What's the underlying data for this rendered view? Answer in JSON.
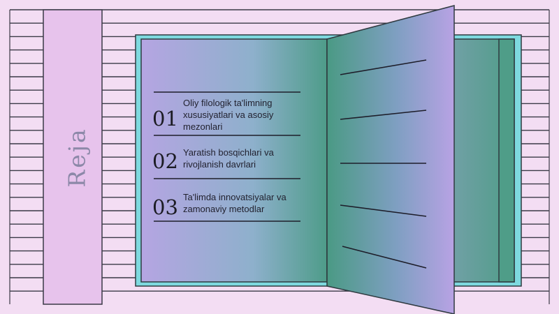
{
  "side_label": "Reja",
  "items": [
    {
      "number": "01",
      "text": "Oliy filologik ta'limning xususiyatlari va asosiy mezonlari"
    },
    {
      "number": "02",
      "text": "Yaratish bosqichlari va rivojlanish davrlari"
    },
    {
      "number": "03",
      "text": "Ta'limda innovatsiyalar va zamonaviy metodlar"
    }
  ],
  "colors": {
    "background": "#f3ddf3",
    "stripe_line": "#3a3a46",
    "side_band": "#e7c3ec",
    "book_frame": "#6fd3db",
    "page_lavender": "#b3a6e0",
    "page_green": "#4f9e8c",
    "ink": "#1e1e2a"
  }
}
